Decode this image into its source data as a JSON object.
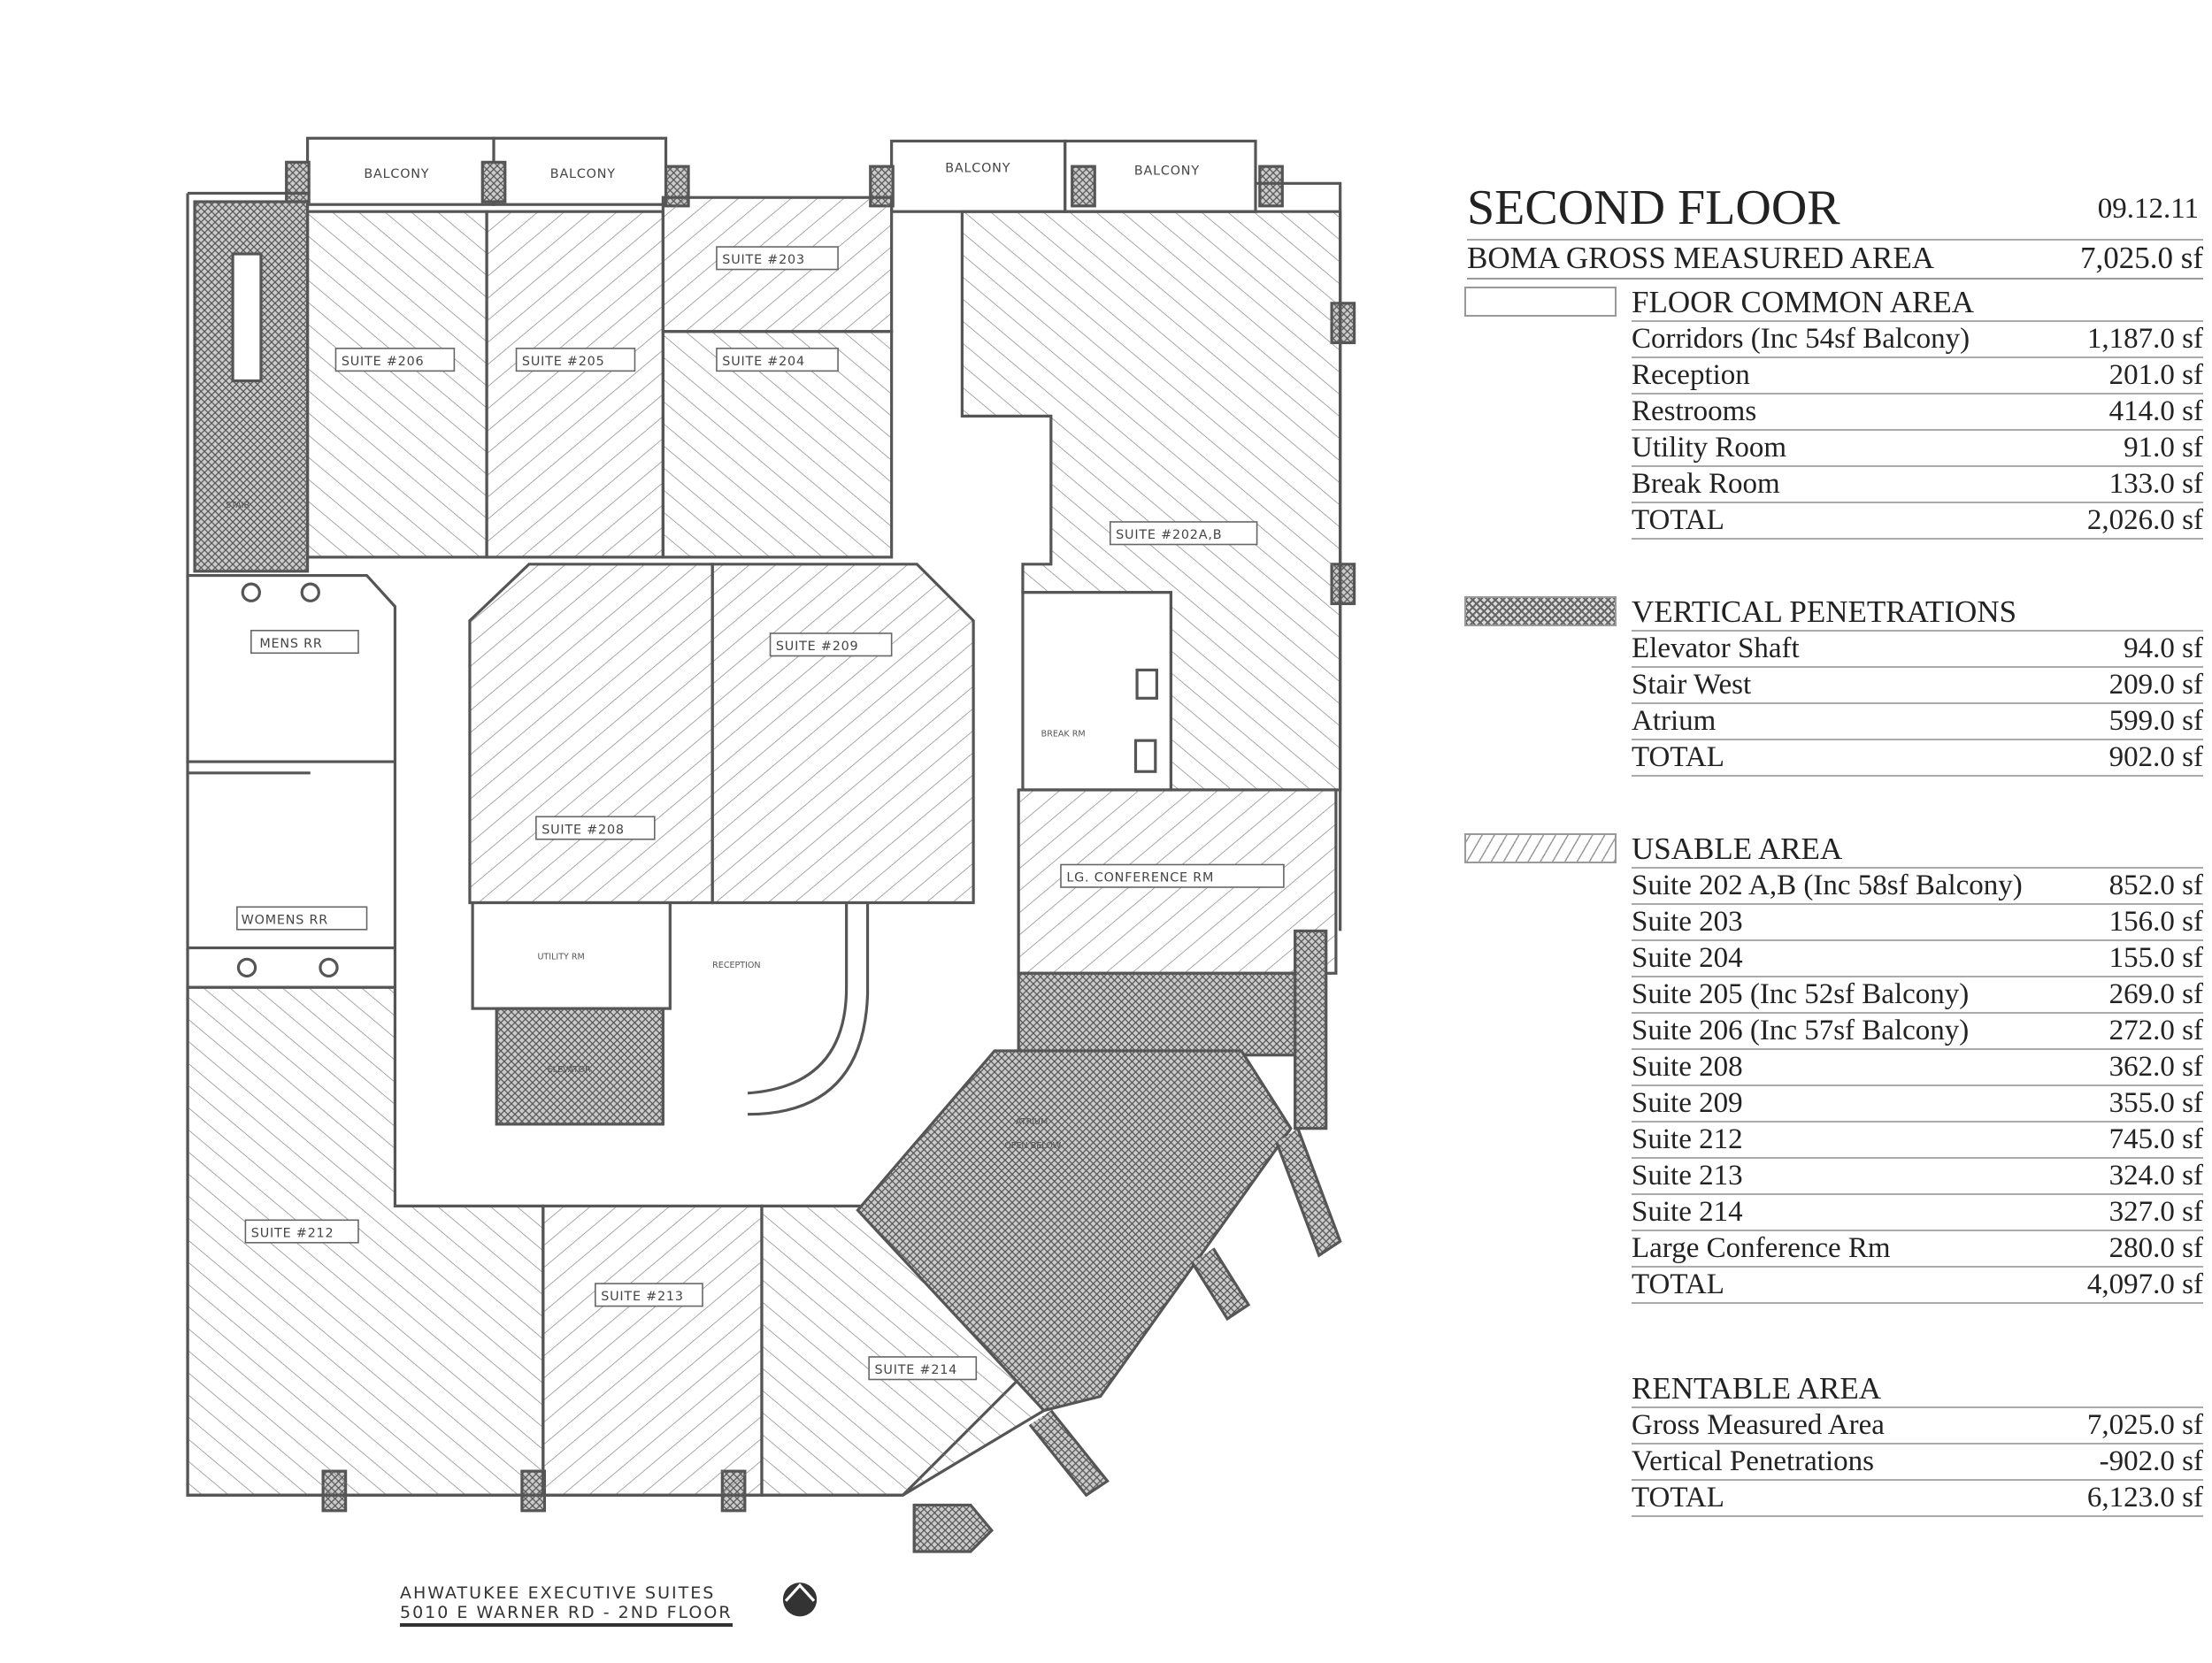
{
  "plan": {
    "labels": {
      "balcony": "BALCONY",
      "suite_206": "SUITE #206",
      "suite_205": "SUITE #205",
      "suite_204": "SUITE #204",
      "suite_203": "SUITE #203",
      "suite_202ab": "SUITE #202A,B",
      "suite_209": "SUITE #209",
      "suite_208": "SUITE #208",
      "suite_212": "SUITE #212",
      "suite_213": "SUITE #213",
      "suite_214": "SUITE #214",
      "mens_rr": "MENS RR",
      "womens_rr": "WOMENS RR",
      "break_rm": "BREAK RM",
      "lg_conference_rm": "LG. CONFERENCE RM",
      "utility_rm": "UTILITY RM",
      "reception": "RECEPTION",
      "elevator": "ELEVATOR",
      "stair": "STAIR",
      "atrium": "ATRIUM",
      "open_below": "OPEN BELOW"
    },
    "caption": {
      "line1": "AHWATUKEE EXECUTIVE SUITES",
      "line2": "5010 E WARNER RD - 2ND FLOOR"
    }
  },
  "summary": {
    "title": "SECOND FLOOR",
    "date": "09.12.11",
    "boma": {
      "label": "BOMA GROSS MEASURED AREA",
      "value": "7,025.0 sf"
    },
    "common": {
      "header": "FLOOR COMMON AREA",
      "rows": [
        {
          "label": "Corridors (Inc 54sf Balcony)",
          "value": "1,187.0 sf"
        },
        {
          "label": "Reception",
          "value": "201.0 sf"
        },
        {
          "label": "Restrooms",
          "value": "414.0 sf"
        },
        {
          "label": "Utility Room",
          "value": "91.0 sf"
        },
        {
          "label": "Break Room",
          "value": "133.0 sf"
        },
        {
          "label": "TOTAL",
          "value": "2,026.0 sf"
        }
      ]
    },
    "vertical": {
      "header": "VERTICAL PENETRATIONS",
      "rows": [
        {
          "label": "Elevator Shaft",
          "value": "94.0 sf"
        },
        {
          "label": "Stair West",
          "value": "209.0 sf"
        },
        {
          "label": "Atrium",
          "value": "599.0 sf"
        },
        {
          "label": "TOTAL",
          "value": "902.0 sf"
        }
      ]
    },
    "usable": {
      "header": "USABLE AREA",
      "rows": [
        {
          "label": "Suite 202 A,B (Inc 58sf Balcony)",
          "value": "852.0 sf"
        },
        {
          "label": "Suite 203",
          "value": "156.0 sf"
        },
        {
          "label": "Suite 204",
          "value": "155.0 sf"
        },
        {
          "label": "Suite 205 (Inc 52sf Balcony)",
          "value": "269.0 sf"
        },
        {
          "label": "Suite 206 (Inc 57sf Balcony)",
          "value": "272.0 sf"
        },
        {
          "label": "Suite 208",
          "value": "362.0 sf"
        },
        {
          "label": "Suite 209",
          "value": "355.0 sf"
        },
        {
          "label": "Suite 212",
          "value": "745.0 sf"
        },
        {
          "label": "Suite 213",
          "value": "324.0 sf"
        },
        {
          "label": "Suite 214",
          "value": "327.0 sf"
        },
        {
          "label": "Large Conference Rm",
          "value": "280.0 sf"
        },
        {
          "label": "TOTAL",
          "value": "4,097.0 sf"
        }
      ]
    },
    "rentable": {
      "header": "RENTABLE AREA",
      "rows": [
        {
          "label": "Gross Measured Area",
          "value": "7,025.0 sf"
        },
        {
          "label": "Vertical Penetrations",
          "value": "-902.0 sf"
        },
        {
          "label": "TOTAL",
          "value": "6,123.0 sf"
        }
      ]
    }
  }
}
